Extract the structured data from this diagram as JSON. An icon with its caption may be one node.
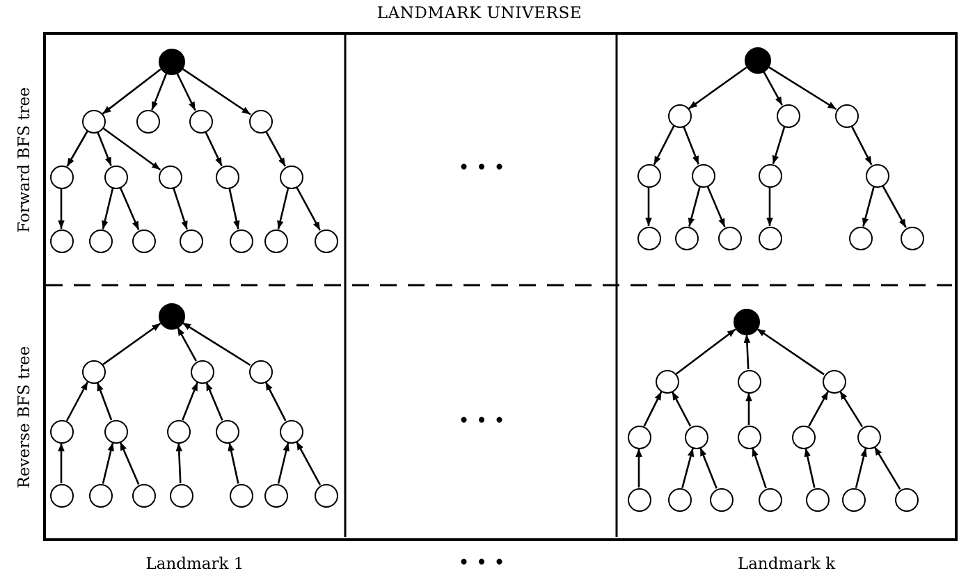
{
  "diagram": {
    "title": "LANDMARK UNIVERSE",
    "nodes": [
      {
        "text": [],
        "shape": "dot"
      },
      {
        "text": [],
        "shape": "circle"
      },
      {
        "text": [],
        "shape": "circle"
      },
      {
        "text": [],
        "shape": "circle"
      },
      {
        "text": [],
        "shape": "circle"
      },
      {
        "text": [],
        "shape": "circle"
      },
      {
        "text": [],
        "shape": "circle"
      },
      {
        "text": [],
        "shape": "circle"
      },
      {
        "text": [],
        "shape": "circle"
      },
      {
        "text": [],
        "shape": "circle"
      },
      {
        "text": [],
        "shape": "circle"
      },
      {
        "text": [],
        "shape": "circle"
      },
      {
        "text": [],
        "shape": "circle"
      },
      {
        "text": [],
        "shape": "circle"
      },
      {
        "text": [],
        "shape": "circle"
      },
      {
        "text": [],
        "shape": "circle"
      },
      {
        "text": [],
        "shape": "circle"
      },
      {
        "text": [],
        "shape": "dot"
      },
      {
        "text": [],
        "shape": "circle"
      },
      {
        "text": [],
        "shape": "circle"
      },
      {
        "text": [],
        "shape": "circle"
      },
      {
        "text": [],
        "shape": "circle"
      },
      {
        "text": [],
        "shape": "circle"
      },
      {
        "text": [],
        "shape": "circle"
      },
      {
        "text": [],
        "shape": "circle"
      },
      {
        "text": [],
        "shape": "circle"
      },
      {
        "text": [],
        "shape": "circle"
      },
      {
        "text": [],
        "shape": "circle"
      },
      {
        "text": [],
        "shape": "circle"
      },
      {
        "text": [],
        "shape": "circle"
      },
      {
        "text": [],
        "shape": "circle"
      },
      {
        "text": [],
        "shape": "dot"
      },
      {
        "text": [],
        "shape": "circle"
      },
      {
        "text": [],
        "shape": "circle"
      },
      {
        "text": [],
        "shape": "circle"
      },
      {
        "text": [],
        "shape": "circle"
      },
      {
        "text": [],
        "shape": "circle"
      },
      {
        "text": [],
        "shape": "circle"
      },
      {
        "text": [],
        "shape": "circle"
      },
      {
        "text": [],
        "shape": "circle"
      },
      {
        "text": [],
        "shape": "circle"
      },
      {
        "text": [],
        "shape": "circle"
      },
      {
        "text": [],
        "shape": "circle"
      },
      {
        "text": [],
        "shape": "circle"
      },
      {
        "text": [],
        "shape": "circle"
      },
      {
        "text": [],
        "shape": "circle"
      },
      {
        "text": [],
        "shape": "circle"
      },
      {
        "text": [],
        "shape": "dot"
      },
      {
        "text": [],
        "shape": "circle"
      },
      {
        "text": [],
        "shape": "circle"
      },
      {
        "text": [],
        "shape": "circle"
      },
      {
        "text": [],
        "shape": "circle"
      },
      {
        "text": [],
        "shape": "circle"
      },
      {
        "text": [],
        "shape": "circle"
      },
      {
        "text": [],
        "shape": "circle"
      },
      {
        "text": [],
        "shape": "circle"
      },
      {
        "text": [],
        "shape": "circle"
      },
      {
        "text": [],
        "shape": "circle"
      },
      {
        "text": [],
        "shape": "circle"
      },
      {
        "text": [],
        "shape": "circle"
      },
      {
        "text": [],
        "shape": "circle"
      },
      {
        "text": [],
        "shape": "circle"
      },
      {
        "text": [],
        "shape": "circle"
      }
    ],
    "edges": [
      {
        "from": 0,
        "to": 1,
        "arrow": "to"
      },
      {
        "from": 0,
        "to": 2,
        "arrow": "to"
      },
      {
        "from": 0,
        "to": 3,
        "arrow": "to"
      },
      {
        "from": 0,
        "to": 4,
        "arrow": "to"
      },
      {
        "from": 1,
        "to": 5,
        "arrow": "to"
      },
      {
        "from": 1,
        "to": 6,
        "arrow": "to"
      },
      {
        "from": 1,
        "to": 7,
        "arrow": "to"
      },
      {
        "from": 3,
        "to": 8,
        "arrow": "to"
      },
      {
        "from": 4,
        "to": 9,
        "arrow": "to"
      },
      {
        "from": 5,
        "to": 10,
        "arrow": "to"
      },
      {
        "from": 6,
        "to": 11,
        "arrow": "to"
      },
      {
        "from": 6,
        "to": 12,
        "arrow": "to"
      },
      {
        "from": 7,
        "to": 13,
        "arrow": "to"
      },
      {
        "from": 8,
        "to": 14,
        "arrow": "to"
      },
      {
        "from": 9,
        "to": 15,
        "arrow": "to"
      },
      {
        "from": 9,
        "to": 16,
        "arrow": "to"
      },
      {
        "from": 17,
        "to": 18,
        "arrow": "to"
      },
      {
        "from": 17,
        "to": 19,
        "arrow": "to"
      },
      {
        "from": 17,
        "to": 20,
        "arrow": "to"
      },
      {
        "from": 18,
        "to": 21,
        "arrow": "to"
      },
      {
        "from": 18,
        "to": 22,
        "arrow": "to"
      },
      {
        "from": 19,
        "to": 23,
        "arrow": "to"
      },
      {
        "from": 20,
        "to": 24,
        "arrow": "to"
      },
      {
        "from": 21,
        "to": 25,
        "arrow": "to"
      },
      {
        "from": 22,
        "to": 26,
        "arrow": "to"
      },
      {
        "from": 22,
        "to": 27,
        "arrow": "to"
      },
      {
        "from": 23,
        "to": 28,
        "arrow": "to"
      },
      {
        "from": 24,
        "to": 29,
        "arrow": "to"
      },
      {
        "from": 24,
        "to": 30,
        "arrow": "to"
      },
      {
        "from": 32,
        "to": 31,
        "arrow": "to"
      },
      {
        "from": 33,
        "to": 31,
        "arrow": "to"
      },
      {
        "from": 34,
        "to": 31,
        "arrow": "to"
      },
      {
        "from": 35,
        "to": 32,
        "arrow": "to"
      },
      {
        "from": 36,
        "to": 32,
        "arrow": "to"
      },
      {
        "from": 37,
        "to": 33,
        "arrow": "to"
      },
      {
        "from": 38,
        "to": 33,
        "arrow": "to"
      },
      {
        "from": 39,
        "to": 34,
        "arrow": "to"
      },
      {
        "from": 40,
        "to": 35,
        "arrow": "to"
      },
      {
        "from": 41,
        "to": 36,
        "arrow": "to"
      },
      {
        "from": 42,
        "to": 36,
        "arrow": "to"
      },
      {
        "from": 43,
        "to": 37,
        "arrow": "to"
      },
      {
        "from": 44,
        "to": 38,
        "arrow": "to"
      },
      {
        "from": 45,
        "to": 39,
        "arrow": "to"
      },
      {
        "from": 46,
        "to": 39,
        "arrow": "to"
      },
      {
        "from": 48,
        "to": 47,
        "arrow": "to"
      },
      {
        "from": 49,
        "to": 47,
        "arrow": "to"
      },
      {
        "from": 50,
        "to": 47,
        "arrow": "to"
      },
      {
        "from": 51,
        "to": 48,
        "arrow": "to"
      },
      {
        "from": 52,
        "to": 48,
        "arrow": "to"
      },
      {
        "from": 53,
        "to": 49,
        "arrow": "to"
      },
      {
        "from": 54,
        "to": 50,
        "arrow": "to"
      },
      {
        "from": 55,
        "to": 50,
        "arrow": "to"
      },
      {
        "from": 56,
        "to": 51,
        "arrow": "to"
      },
      {
        "from": 57,
        "to": 52,
        "arrow": "to"
      },
      {
        "from": 58,
        "to": 52,
        "arrow": "to"
      },
      {
        "from": 59,
        "to": 53,
        "arrow": "to"
      },
      {
        "from": 60,
        "to": 54,
        "arrow": "to"
      },
      {
        "from": 61,
        "to": 55,
        "arrow": "to"
      },
      {
        "from": 62,
        "to": 55,
        "arrow": "to"
      }
    ],
    "labels": [
      "Forward BFS tree",
      "• • •",
      "Reverse BFS tree",
      "• • •",
      "Landmark 1",
      "• • •",
      "Landmark k"
    ]
  }
}
